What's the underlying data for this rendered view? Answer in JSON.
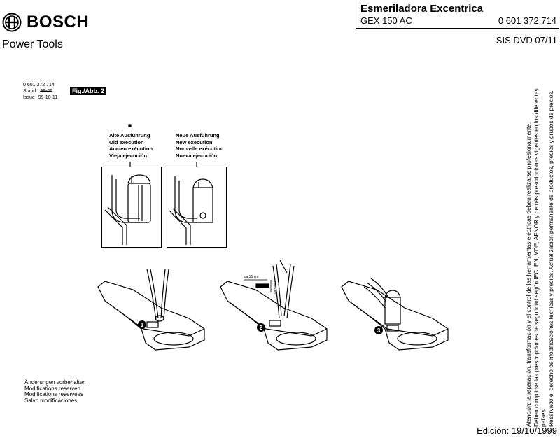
{
  "header": {
    "brand": "BOSCH",
    "subbrand": "Power Tools",
    "product_title": "Esmeriladora Excentrica",
    "model": "GEX 150 AC",
    "part_number": "0 601 372 714",
    "sis": "SIS DVD 07/11"
  },
  "document_id": {
    "number": "0 601 372 714",
    "stand_label": "Stand",
    "stand_value": "99-66",
    "issue_label": "Issue",
    "issue_value": "99-10-11"
  },
  "figure_label": "Fig./Abb. 2",
  "old_execution": [
    "Alte Ausführung",
    "Old execution",
    "Ancien exécution",
    "Vieja ejecución"
  ],
  "new_execution": [
    "Neue Ausführung",
    "New execution",
    "Nouvelle exécution",
    "Nueva ejecución"
  ],
  "steps": [
    "1",
    "2",
    "3"
  ],
  "dimension_labels": [
    "ca.15mm",
    "ca.4mm"
  ],
  "modifications": [
    "Änderungen vorbehalten",
    "Modifications reserved",
    "Modifications reservées",
    "Salvo modificaciones"
  ],
  "vertical_notice": [
    "Atención: la reparación, transformación y el control de las herramientas eléctricas deben realizarse profesionalmente.",
    "Deben cumplirse las prescripciones de seguridad según IEC, EN, VDE, AFNOR y demás prescripciones vigentes en los diferentes países.",
    "Reservado el derecho de modificaciones técnicas y precios. Actualización permanente de productos, precios y grupos de precios."
  ],
  "edition": "Edición: 19/10/1999"
}
